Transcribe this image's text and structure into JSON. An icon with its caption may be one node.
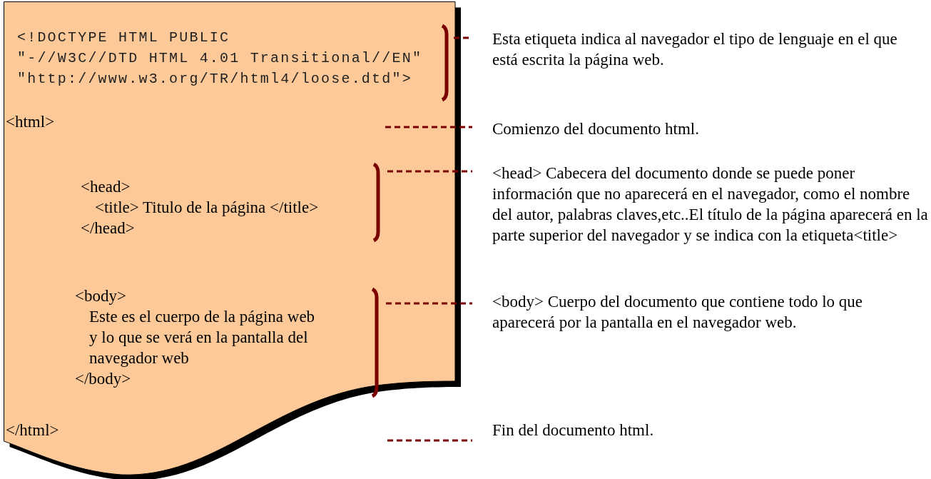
{
  "diagram": {
    "nodes": [
      {
        "text": [],
        "shape": "document"
      },
      {
        "text": [
          "<!DOCTYPE HTML PUBLIC \"-//W3C//DTD HTML 4.01 Transitional//EN\" \"http://www.w3.org/TR/html4/loose.dtd\">"
        ],
        "in": 0
      },
      {
        "text": [
          "<html>"
        ],
        "in": 0
      },
      {
        "text": [
          "<head>",
          "<title> Titulo de la página </title>",
          "</head>"
        ],
        "in": 0
      },
      {
        "text": [
          "<body>",
          "Este es el cuerpo de la página web y lo que se verá en la pantalla del navegador web",
          "</body>"
        ],
        "in": 0
      },
      {
        "text": [
          "</html>"
        ],
        "in": 0
      },
      {
        "text": [
          "Esta etiqueta indica al navegador el tipo de lenguaje en el que está escrita la página web."
        ]
      },
      {
        "text": [
          "Comienzo del documento html."
        ]
      },
      {
        "text": [
          "<head> Cabecera del documento donde se puede poner información que no aparecerá en el navegador, como el nombre del autor, palabras claves,etc..El título de la página aparecerá en la parte superior del navegador y se indica con la etiqueta<title>"
        ]
      },
      {
        "text": [
          "<body> Cuerpo del documento que contiene todo lo que aparecerá por la pantalla en el navegador web."
        ]
      },
      {
        "text": [
          "Fin del documento html."
        ]
      }
    ],
    "edges": [
      {
        "from": 1,
        "to": 6,
        "arrow": "none",
        "style": "dashed"
      },
      {
        "from": 2,
        "to": 7,
        "arrow": "none",
        "style": "dashed"
      },
      {
        "from": 3,
        "to": 8,
        "arrow": "none",
        "style": "dashed"
      },
      {
        "from": 4,
        "to": 9,
        "arrow": "none",
        "style": "dashed"
      },
      {
        "from": 5,
        "to": 10,
        "arrow": "none",
        "style": "dashed"
      }
    ]
  }
}
